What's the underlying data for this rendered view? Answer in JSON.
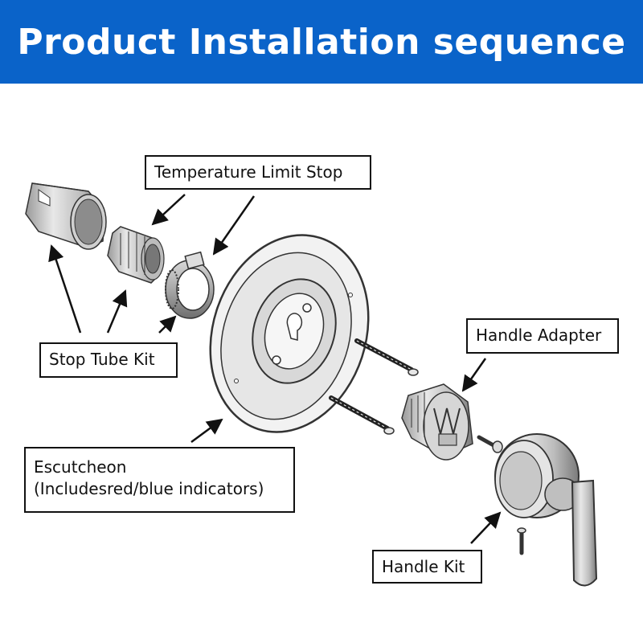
{
  "header": {
    "title": "Product Installation sequence",
    "background_color": "#0a63c9",
    "text_color": "#ffffff"
  },
  "callouts": {
    "temperature_limit_stop": "Temperature Limit Stop",
    "stop_tube_kit": "Stop Tube Kit",
    "handle_adapter": "Handle Adapter",
    "escutcheon_line1": "Escutcheon",
    "escutcheon_line2": "(Includesred/blue indicators)",
    "handle_kit": "Handle Kit"
  },
  "parts": [
    "stop-tube",
    "temperature-limit-stop-ring",
    "temperature-limit-stop-clip",
    "escutcheon-plate",
    "mounting-screws",
    "handle-adapter",
    "set-screw",
    "handle",
    "handle-screw"
  ]
}
